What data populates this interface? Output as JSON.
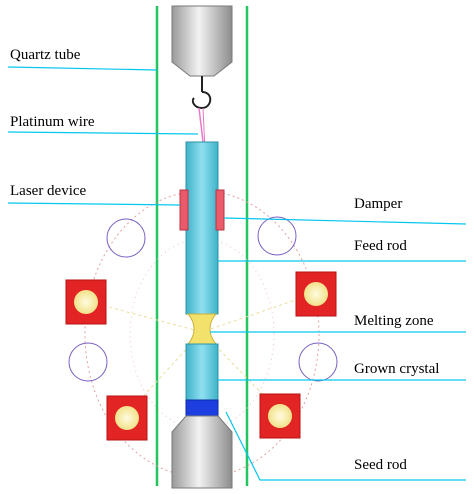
{
  "diagram": {
    "labels": {
      "quartz_tube": "Quartz tube",
      "platinum_wire": "Platinum wire",
      "laser_device": "Laser device",
      "damper": "Damper",
      "feed_rod": "Feed rod",
      "melting_zone": "Melting zone",
      "grown_crystal": "Grown crystal",
      "seed_rod": "Seed rod"
    },
    "colors": {
      "quartz_tube": "#22c55e",
      "leader_line": "#06c6ee",
      "rod": "#57c9df",
      "melting_zone": "#f2e16b",
      "laser": "#e32424",
      "lamp": "#f6efb0",
      "damper": "#e95b6b",
      "seed": "#1e3fe0",
      "metal": "#b8b8b8",
      "ellipse_ring": "#e4a0a0",
      "focus_ring": "#7a5fc4"
    }
  }
}
